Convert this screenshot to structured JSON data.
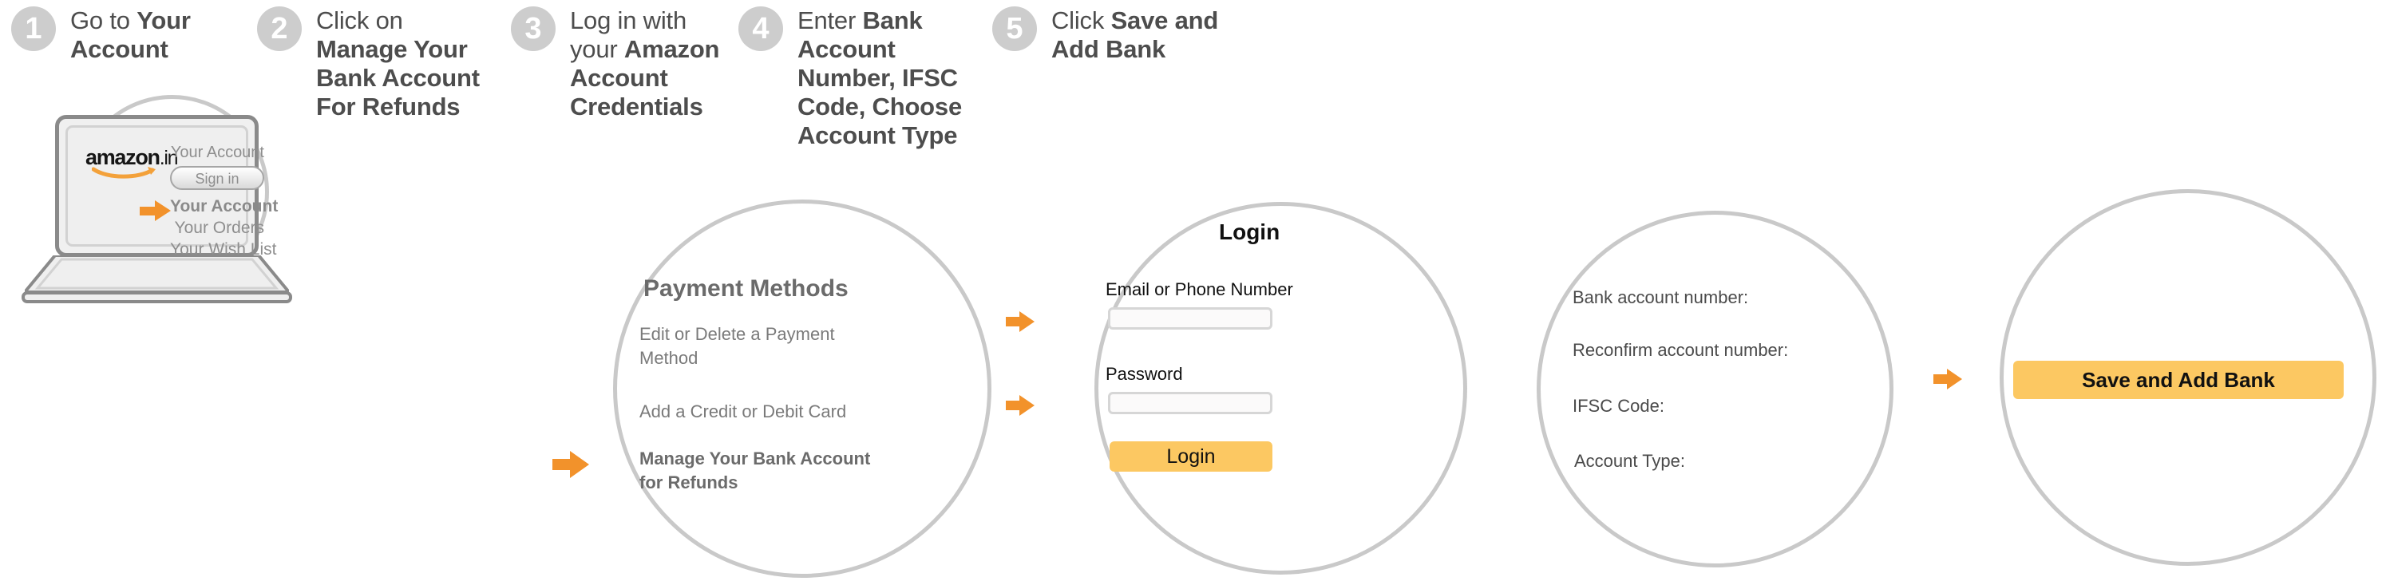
{
  "steps": [
    {
      "number": "1",
      "prefix": "Go to ",
      "strong": "Your Account",
      "suffix": ""
    },
    {
      "number": "2",
      "prefix": "Click on ",
      "strong": "Manage Your Bank Account For Refunds",
      "suffix": ""
    },
    {
      "number": "3",
      "prefix": "Log in with your ",
      "strong": "Amazon Account Credentials",
      "suffix": ""
    },
    {
      "number": "4",
      "prefix": "Enter ",
      "strong": "Bank Account Number, IFSC Code, Choose Account Type",
      "suffix": ""
    },
    {
      "number": "5",
      "prefix": "Click ",
      "strong": "Save and Add Bank",
      "suffix": ""
    }
  ],
  "panel1": {
    "logo_word": "amazon",
    "logo_tld": ".in",
    "account_top": "Your Account",
    "signin_label": "Sign in",
    "menu": [
      {
        "label": "Your Account",
        "selected": true
      },
      {
        "label": "Your Orders",
        "selected": false
      },
      {
        "label": "Your Wish List",
        "selected": false
      }
    ]
  },
  "panel2": {
    "title": "Payment Methods",
    "items": [
      {
        "line1": "Edit or Delete a Payment",
        "line2": "Method",
        "strong": false
      },
      {
        "line1": "Add a Credit or Debit Card",
        "line2": "",
        "strong": false
      },
      {
        "line1": "Manage Your Bank Account",
        "line2": "for Refunds",
        "strong": true
      }
    ]
  },
  "panel3": {
    "title": "Login",
    "email_label": "Email or Phone Number",
    "email_value": "",
    "password_label": "Password",
    "password_value": "",
    "login_button": "Login"
  },
  "panel4": {
    "fields": [
      "Bank account number:",
      "Reconfirm account number:",
      "IFSC Code:",
      "Account Type:"
    ]
  },
  "panel5": {
    "save_button": "Save and Add Bank"
  },
  "colors": {
    "accent_orange": "#f2922b",
    "button_yellow": "#fcc862",
    "circle_grey": "#c9c9c9",
    "badge_grey": "#cdcdcd",
    "text_grey": "#4d4d4d"
  }
}
